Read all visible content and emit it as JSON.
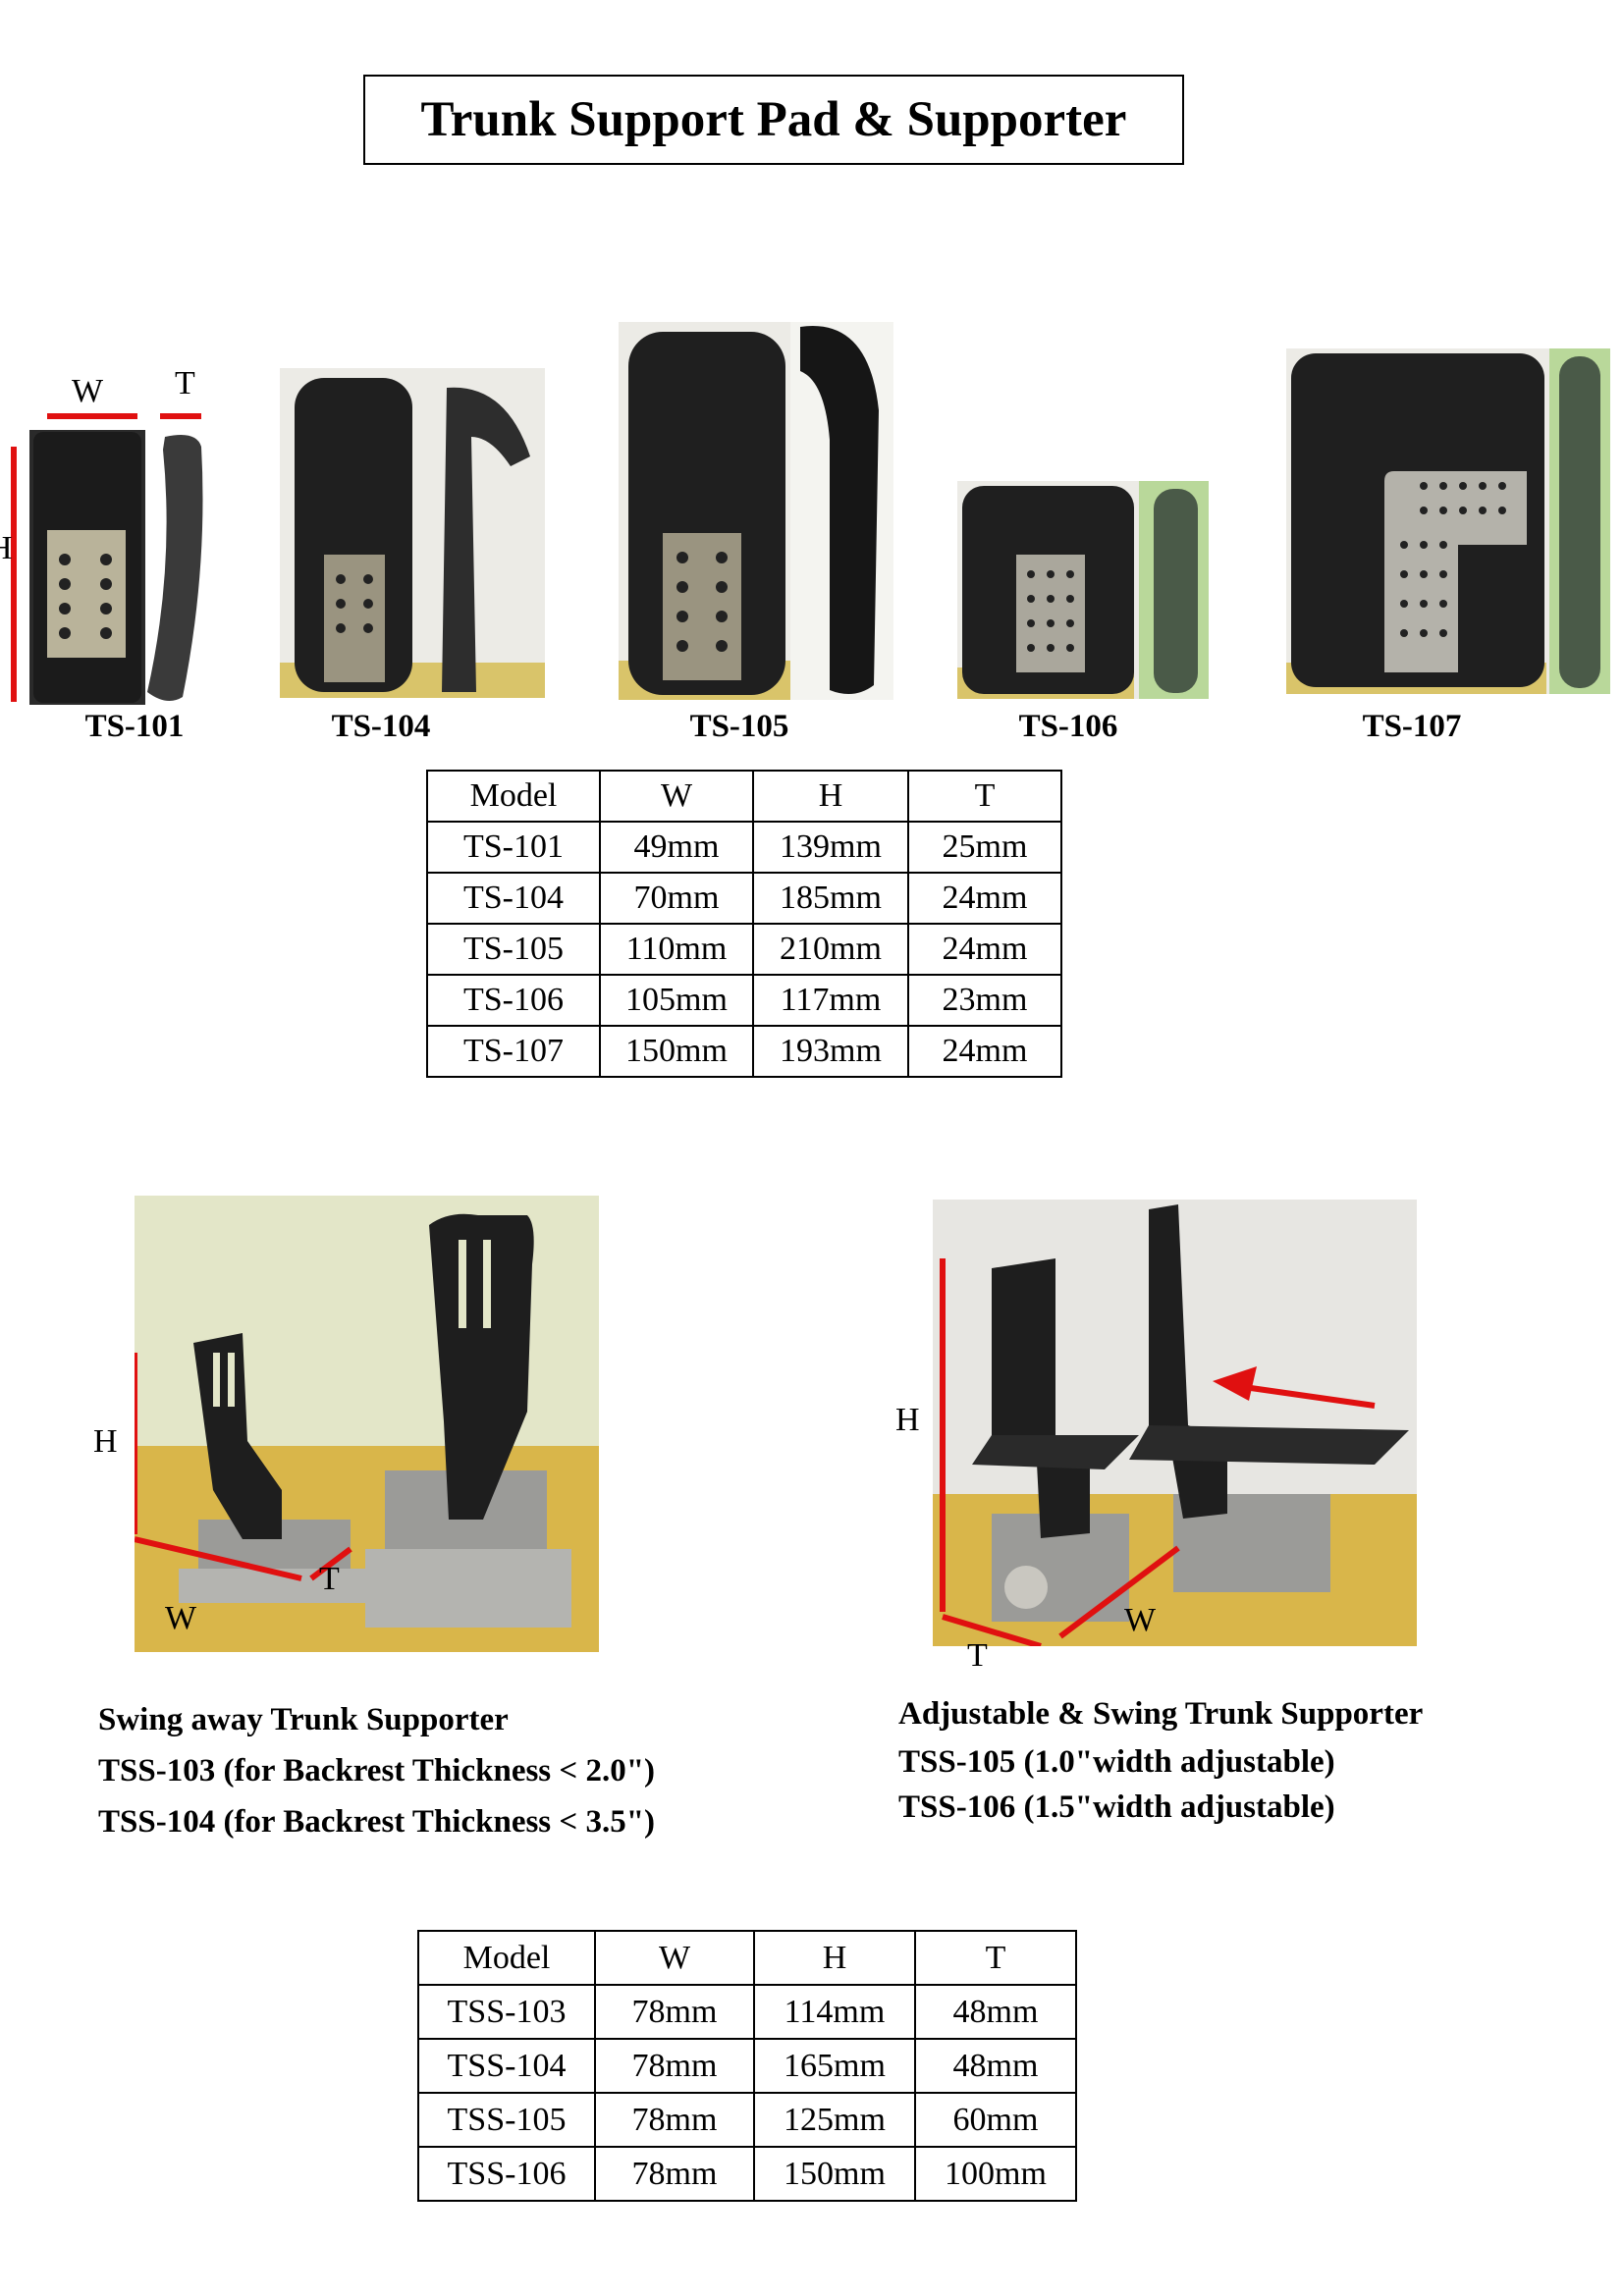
{
  "title": "Trunk Support Pad & Supporter",
  "pad_dimension_labels": {
    "w": "W",
    "t": "T",
    "h": "H"
  },
  "pads": [
    {
      "model": "TS-101"
    },
    {
      "model": "TS-104"
    },
    {
      "model": "TS-105"
    },
    {
      "model": "TS-106"
    },
    {
      "model": "TS-107"
    }
  ],
  "pad_table": {
    "headers": [
      "Model",
      "W",
      "H",
      "T"
    ],
    "rows": [
      [
        "TS-101",
        "49mm",
        "139mm",
        "25mm"
      ],
      [
        "TS-104",
        "70mm",
        "185mm",
        "24mm"
      ],
      [
        "TS-105",
        "110mm",
        "210mm",
        "24mm"
      ],
      [
        "TS-106",
        "105mm",
        "117mm",
        "23mm"
      ],
      [
        "TS-107",
        "150mm",
        "193mm",
        "24mm"
      ]
    ]
  },
  "swing_away": {
    "dimension_labels": {
      "h": "H",
      "w": "W",
      "t": "T"
    },
    "lines": [
      "Swing away Trunk Supporter",
      "TSS-103 (for Backrest Thickness < 2.0\")",
      "TSS-104 (for Backrest Thickness < 3.5\")"
    ]
  },
  "adjustable": {
    "dimension_labels": {
      "h": "H",
      "w": "W",
      "t": "T"
    },
    "lines": [
      "Adjustable & Swing Trunk Supporter",
      "TSS-105 (1.0\"width adjustable)",
      "TSS-106 (1.5\"width adjustable)"
    ]
  },
  "supporter_table": {
    "headers": [
      "Model",
      "W",
      "H",
      "T"
    ],
    "rows": [
      [
        "TSS-103",
        "78mm",
        "114mm",
        "48mm"
      ],
      [
        "TSS-104",
        "78mm",
        "165mm",
        "48mm"
      ],
      [
        "TSS-105",
        "78mm",
        "125mm",
        "60mm"
      ],
      [
        "TSS-106",
        "78mm",
        "150mm",
        "100mm"
      ]
    ]
  }
}
